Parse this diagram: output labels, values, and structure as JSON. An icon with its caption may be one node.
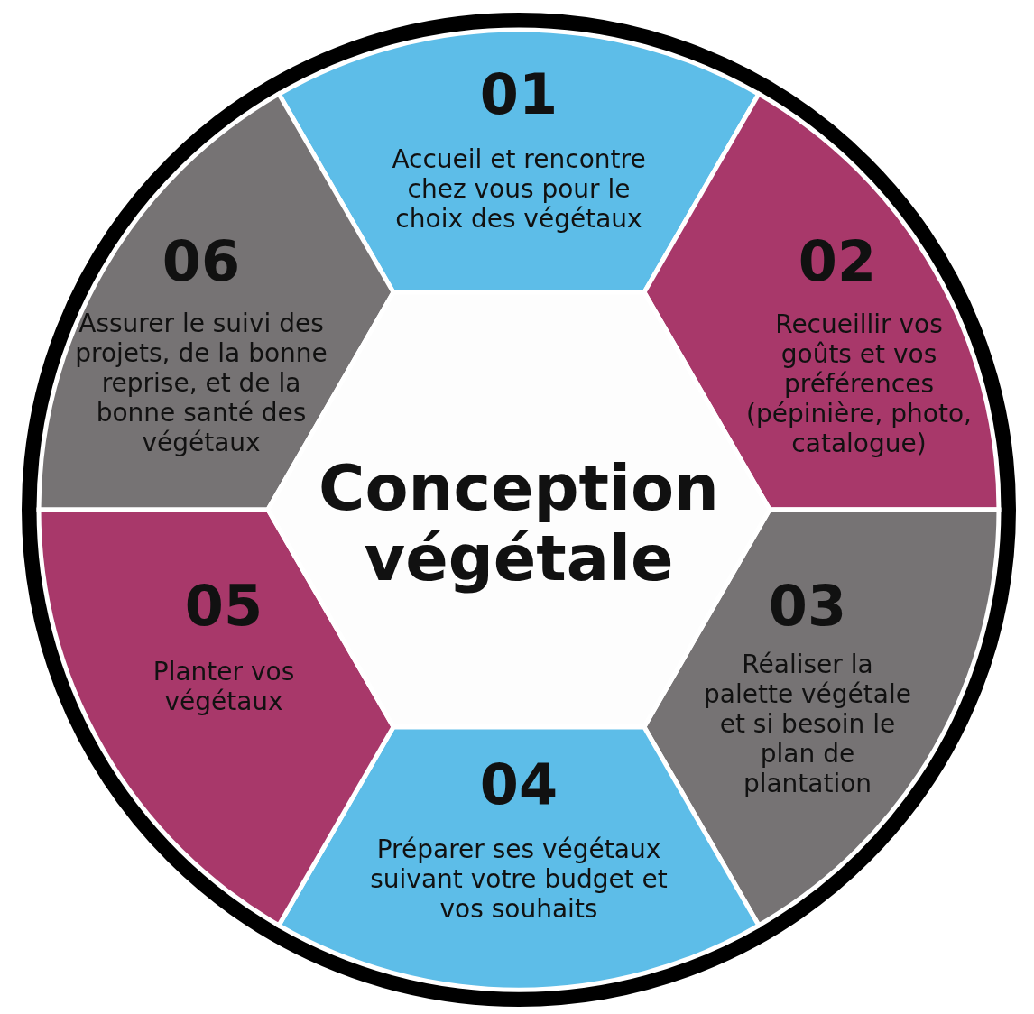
{
  "diagram": {
    "nodes": [
      {
        "text": [
          "01",
          "Accueil et rencontre chez vous pour le choix des végétaux"
        ]
      },
      {
        "text": [
          "02",
          "Recueillir vos goûts et vos préférences (pépinière, photo, catalogue)"
        ]
      },
      {
        "text": [
          "03",
          "Réaliser la palette végétale et si besoin le plan de plantation"
        ]
      },
      {
        "text": [
          "04",
          "Préparer ses végétaux suivant votre budget et vos souhaits"
        ]
      },
      {
        "text": [
          "05",
          "Planter vos végétaux"
        ]
      },
      {
        "text": [
          "06",
          "Assurer le suivi des projets, de la bonne reprise, et de la bonne santé des végétaux"
        ]
      },
      {
        "text": [
          "Conception végétale"
        ]
      }
    ]
  }
}
